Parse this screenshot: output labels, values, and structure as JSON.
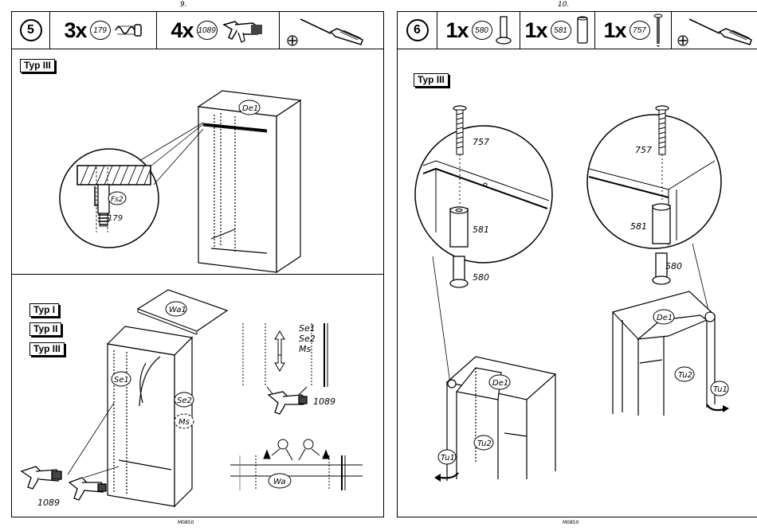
{
  "left": {
    "page_number": "9.",
    "step": "5",
    "parts": [
      {
        "qty": "3x",
        "code": "179"
      },
      {
        "qty": "4x",
        "code": "1089"
      }
    ],
    "top_type": "Typ III",
    "bottom_types": [
      "Typ I",
      "Typ II",
      "Typ III"
    ],
    "labels": {
      "de1": "De1",
      "fs2": "Fs2",
      "n179": "179",
      "wa1": "Wa1",
      "se1": "Se1",
      "se2": "Se2",
      "ms": "Ms",
      "side_se1": "Se1",
      "side_se2": "Se2",
      "side_ms": "Ms",
      "n1089a": "1089",
      "n1089b": "1089",
      "wa": "Wa"
    },
    "footer": "M0850"
  },
  "right": {
    "page_number": "10.",
    "step": "6",
    "parts": [
      {
        "qty": "1x",
        "code": "580"
      },
      {
        "qty": "1x",
        "code": "581"
      },
      {
        "qty": "1x",
        "code": "757"
      }
    ],
    "type": "Typ III",
    "labels": {
      "l757": "757",
      "l581": "581",
      "l580": "580",
      "r757": "757",
      "r581": "581",
      "r580": "580",
      "de1a": "De1",
      "tu2a": "Tu2",
      "tu1a": "Tu1",
      "de1b": "De1",
      "tu2b": "Tu2",
      "tu1b": "Tu1"
    },
    "footer": "M0850"
  },
  "icons": [
    "screwdriver-icon",
    "phillips-icon"
  ]
}
